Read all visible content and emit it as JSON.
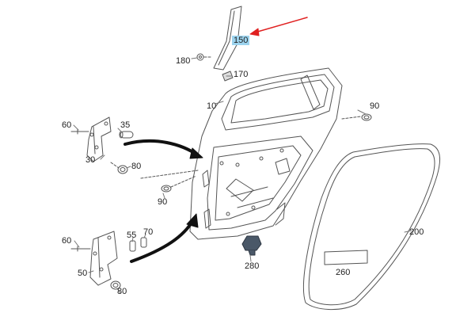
{
  "colors": {
    "line": "#555555",
    "thick_arrow": "#111111",
    "pointer_arrow": "#e02020",
    "highlight": "#9cd3ee",
    "rubber_plug": "#4a5868"
  },
  "parts": {
    "p150": "150",
    "p180": "180",
    "p170": "170",
    "p10": "10",
    "p90_top": "90",
    "p60_top": "60",
    "p35": "35",
    "p30": "30",
    "p80_top": "80",
    "p90_mid": "90",
    "p55": "55",
    "p70": "70",
    "p60_bot": "60",
    "p50": "50",
    "p80_bot": "80",
    "p280": "280",
    "p200": "200",
    "p260": "260"
  }
}
